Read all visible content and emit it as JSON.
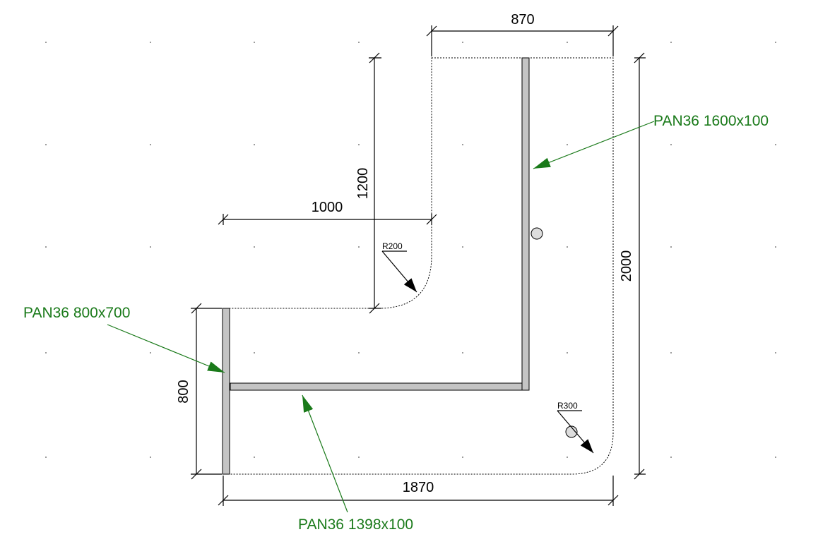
{
  "dimensions": {
    "top_width": "870",
    "height_upper": "1200",
    "width_left": "1000",
    "total_height": "2000",
    "left_height": "800",
    "bottom_width": "1870"
  },
  "radii": {
    "inner": "R200",
    "outer": "R300"
  },
  "panels": {
    "vertical_right": "PAN36 1600x100",
    "left_end": "PAN36 800x700",
    "horizontal": "PAN36 1398x100"
  },
  "colors": {
    "label": "#1a7a1a",
    "panel_fill": "#c4c4c4",
    "line": "#000000"
  }
}
